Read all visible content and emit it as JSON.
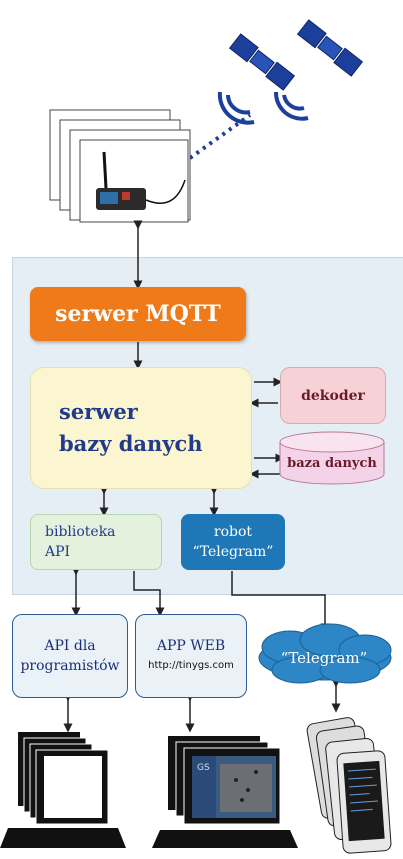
{
  "nodes": {
    "mqtt": "serwer MQTT",
    "db_line1": "serwer",
    "db_line2": "bazy danych",
    "dekoder": "dekoder",
    "baza": "baza danych",
    "api_line1": "biblioteka",
    "api_line2": "API",
    "robot_line1": "robot",
    "robot_line2": "“Telegram”",
    "apidev_line1": "API dla",
    "apidev_line2": "programistów",
    "appweb_line1": "APP WEB",
    "appweb_url": "http://tinygs.com",
    "telegram_cloud": "“Telegram”"
  },
  "colors": {
    "mqtt": "#ee7a1a",
    "server_panel": "#e6eef5",
    "db": "#fbf6cf",
    "dekoder": "#f6d1d6",
    "baza": "#f4d3e8",
    "api": "#e3f1dd",
    "robot": "#1e78b8",
    "cloud": "#2d86c6",
    "satellite": "#1d3f9c"
  },
  "icons": [
    "satellite-icon",
    "ground-station-icon",
    "laptop-icon",
    "smartphone-icon"
  ]
}
